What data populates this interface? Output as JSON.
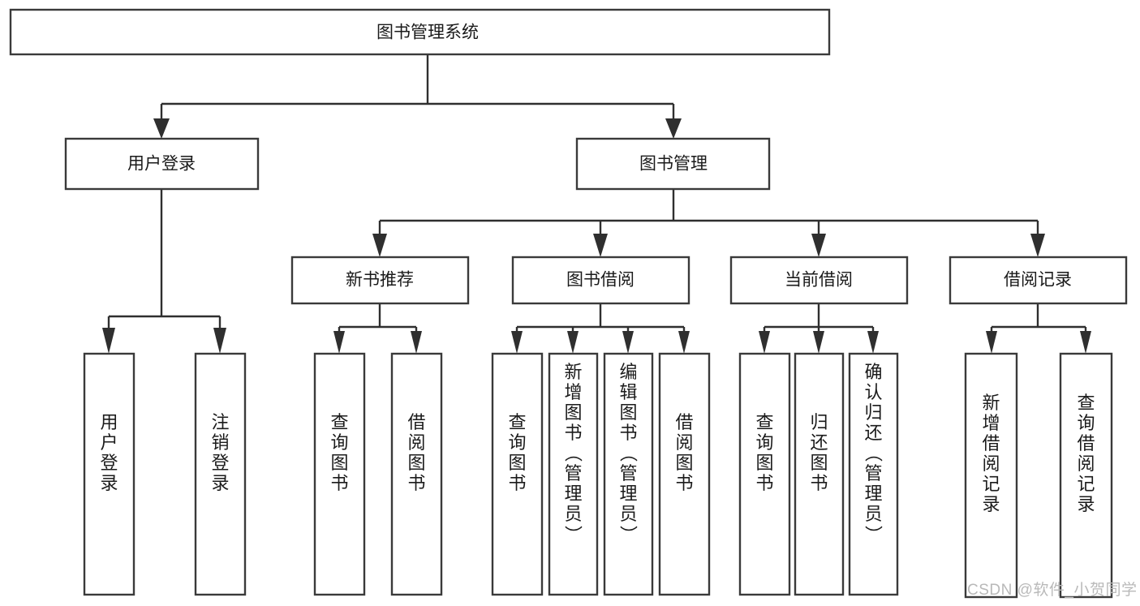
{
  "diagram": {
    "type": "tree",
    "title": "图书管理系统",
    "root": {
      "id": "root",
      "label": "图书管理系统",
      "orientation": "horizontal"
    },
    "level2": [
      {
        "id": "user-login",
        "label": "用户登录",
        "orientation": "horizontal"
      },
      {
        "id": "book-manage",
        "label": "图书管理",
        "orientation": "horizontal"
      }
    ],
    "level3": [
      {
        "id": "new-book-recommend",
        "label": "新书推荐",
        "orientation": "horizontal",
        "parent": "book-manage"
      },
      {
        "id": "book-borrow",
        "label": "图书借阅",
        "orientation": "horizontal",
        "parent": "book-manage"
      },
      {
        "id": "current-borrow",
        "label": "当前借阅",
        "orientation": "horizontal",
        "parent": "book-manage"
      },
      {
        "id": "borrow-record",
        "label": "借阅记录",
        "orientation": "horizontal",
        "parent": "book-manage"
      }
    ],
    "leaves": [
      {
        "id": "leaf-user-login",
        "label": "用户登录",
        "orientation": "vertical",
        "parent": "user-login"
      },
      {
        "id": "leaf-logout-login",
        "label": "注销登录",
        "orientation": "vertical",
        "parent": "user-login"
      },
      {
        "id": "leaf-query-book-1",
        "label": "查询图书",
        "orientation": "vertical",
        "parent": "new-book-recommend"
      },
      {
        "id": "leaf-borrow-book-1",
        "label": "借阅图书",
        "orientation": "vertical",
        "parent": "new-book-recommend"
      },
      {
        "id": "leaf-query-book-2",
        "label": "查询图书",
        "orientation": "vertical",
        "parent": "book-borrow"
      },
      {
        "id": "leaf-add-book",
        "label": "新增图书（管理员）",
        "orientation": "vertical",
        "parent": "book-borrow"
      },
      {
        "id": "leaf-edit-book",
        "label": "编辑图书（管理员）",
        "orientation": "vertical",
        "parent": "book-borrow"
      },
      {
        "id": "leaf-borrow-book-2",
        "label": "借阅图书",
        "orientation": "vertical",
        "parent": "book-borrow"
      },
      {
        "id": "leaf-query-book-3",
        "label": "查询图书",
        "orientation": "vertical",
        "parent": "current-borrow"
      },
      {
        "id": "leaf-return-book",
        "label": "归还图书",
        "orientation": "vertical",
        "parent": "current-borrow"
      },
      {
        "id": "leaf-confirm-return",
        "label": "确认归还（管理员）",
        "orientation": "vertical",
        "parent": "current-borrow"
      },
      {
        "id": "leaf-add-record",
        "label": "新增借阅记录",
        "orientation": "vertical",
        "parent": "borrow-record"
      },
      {
        "id": "leaf-query-record",
        "label": "查询借阅记录",
        "orientation": "vertical",
        "parent": "borrow-record"
      }
    ],
    "colors": {
      "box_stroke": "#3a3a3a",
      "box_fill": "#ffffff",
      "connector": "#2f2f2f",
      "text": "#1a1a1a",
      "background": "#ffffff",
      "watermark": "#b9b9b9"
    }
  },
  "watermark": {
    "text": "CSDN @软件_小贺同学"
  }
}
